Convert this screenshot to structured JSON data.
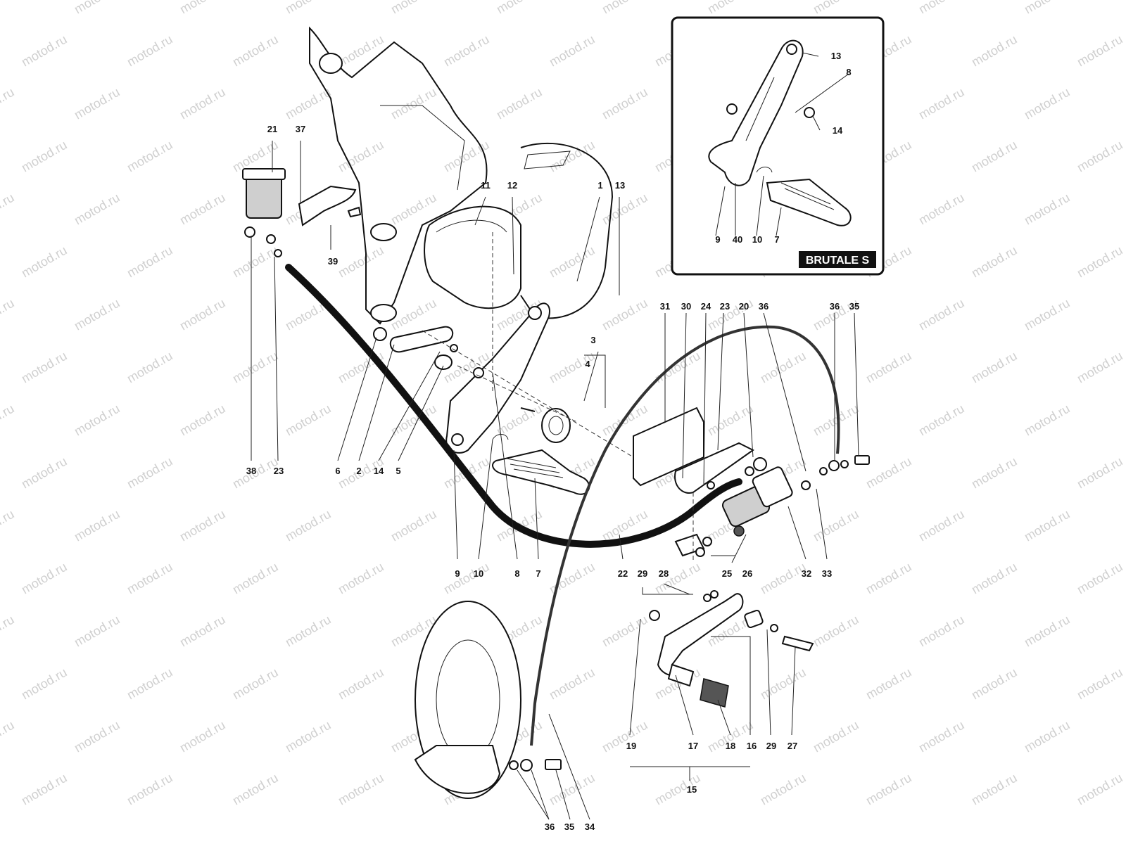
{
  "watermark": {
    "text": "motod.ru"
  },
  "inset": {
    "badge": "BRUTALE S"
  },
  "callouts": [
    "21",
    "37",
    "39",
    "38",
    "23",
    "6",
    "2",
    "14",
    "5",
    "11",
    "12",
    "1",
    "13",
    "4",
    "3",
    "9",
    "10",
    "8",
    "7",
    "22",
    "31",
    "30",
    "24",
    "23",
    "20",
    "36",
    "36",
    "35",
    "32",
    "33",
    "25",
    "26",
    "29",
    "28",
    "19",
    "17",
    "18",
    "16",
    "29",
    "27",
    "15",
    "36",
    "35",
    "34",
    "13",
    "8",
    "14",
    "9",
    "40",
    "10",
    "7"
  ]
}
